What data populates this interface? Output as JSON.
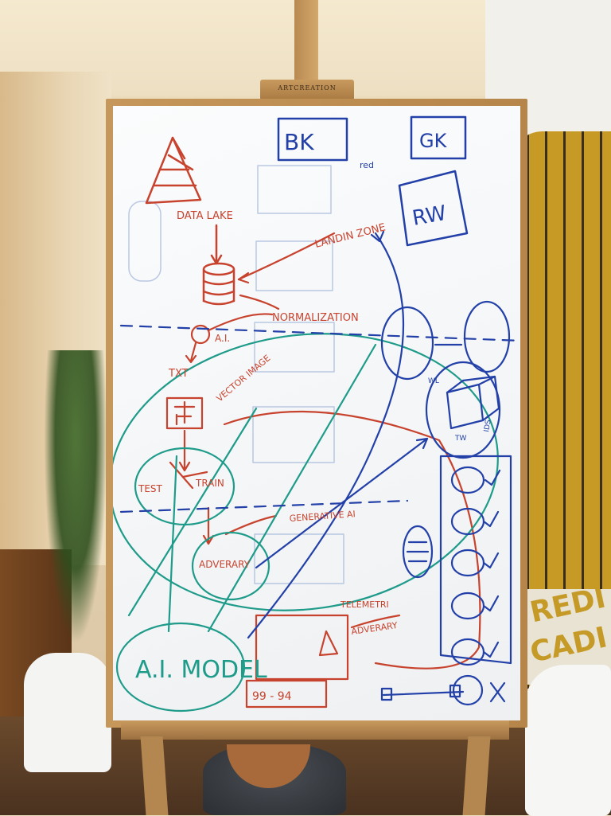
{
  "scene": {
    "clamp_label": "ARTCREATION",
    "poster_text": [
      "REDI",
      "CADI"
    ]
  },
  "whiteboard": {
    "top_boxes": [
      "BK",
      "GK"
    ],
    "note_small": "red",
    "box_rw": "RW",
    "labels": {
      "data_lake": "DATA LAKE",
      "landing_zone": "LANDIN ZONE",
      "normalization": "NORMALIZATION",
      "ai": "A.I.",
      "txt": "TXT",
      "vector_image": "VECTOR IMAGE",
      "test": "TEST",
      "train": "TRAIN",
      "generative_ai": "GENERATIVE AI",
      "adverary": "ADVERARY",
      "ai_model": "A.I. MODEL",
      "telemetri": "TELEMETRI",
      "adverary_2": "ADVERARY",
      "range": "99 - 94",
      "wl": "WL",
      "tw": "TW",
      "ids": "IDS"
    },
    "colors": {
      "red": "#c8432e",
      "blue": "#2240a8",
      "teal": "#1f9b8a",
      "faint_blue": "#9fb4d8"
    }
  }
}
